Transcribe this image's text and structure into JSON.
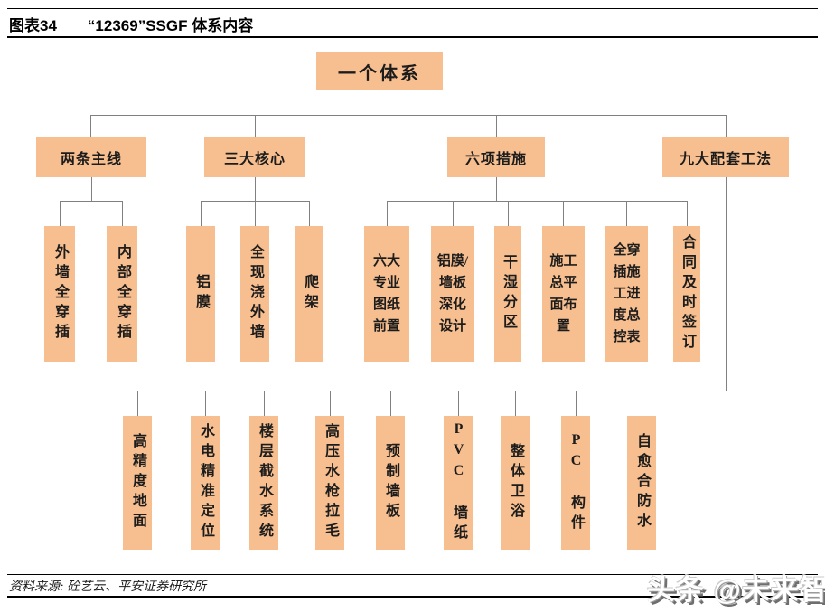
{
  "header": {
    "figure_label": "图表34",
    "figure_title": "“12369”SSGF 体系内容"
  },
  "diagram": {
    "root": "一个体系",
    "branches": [
      {
        "label": "两条主线",
        "children": [
          "外墙全穿插",
          "内部全穿插"
        ]
      },
      {
        "label": "三大核心",
        "children": [
          "铝膜",
          "全现浇外墙",
          "爬架"
        ]
      },
      {
        "label": "六项措施",
        "children": [
          "六大\n专业\n图纸\n前置",
          "铝膜/\n墙板\n深化\n设计",
          "干湿分区",
          "施工\n总平\n面布\n置",
          "全穿\n插施\n工进\n度总\n控表",
          "合同及时签订"
        ]
      },
      {
        "label": "九大配套工法",
        "children": [
          "高精度地面",
          "水电精准定位",
          "楼层截水系统",
          "高压水枪拉毛",
          "预制墙板",
          "PVC 墙纸",
          "整体卫浴",
          "PC 构件",
          "自愈合防水"
        ]
      }
    ]
  },
  "footer": {
    "source": "资料来源: 砼艺云、平安证券研究所",
    "watermark": "头条 @未来智库"
  },
  "colors": {
    "node_fill": "#F7BE8F",
    "connector": "#808080",
    "watermark_shadow": "#6E6E6E"
  }
}
